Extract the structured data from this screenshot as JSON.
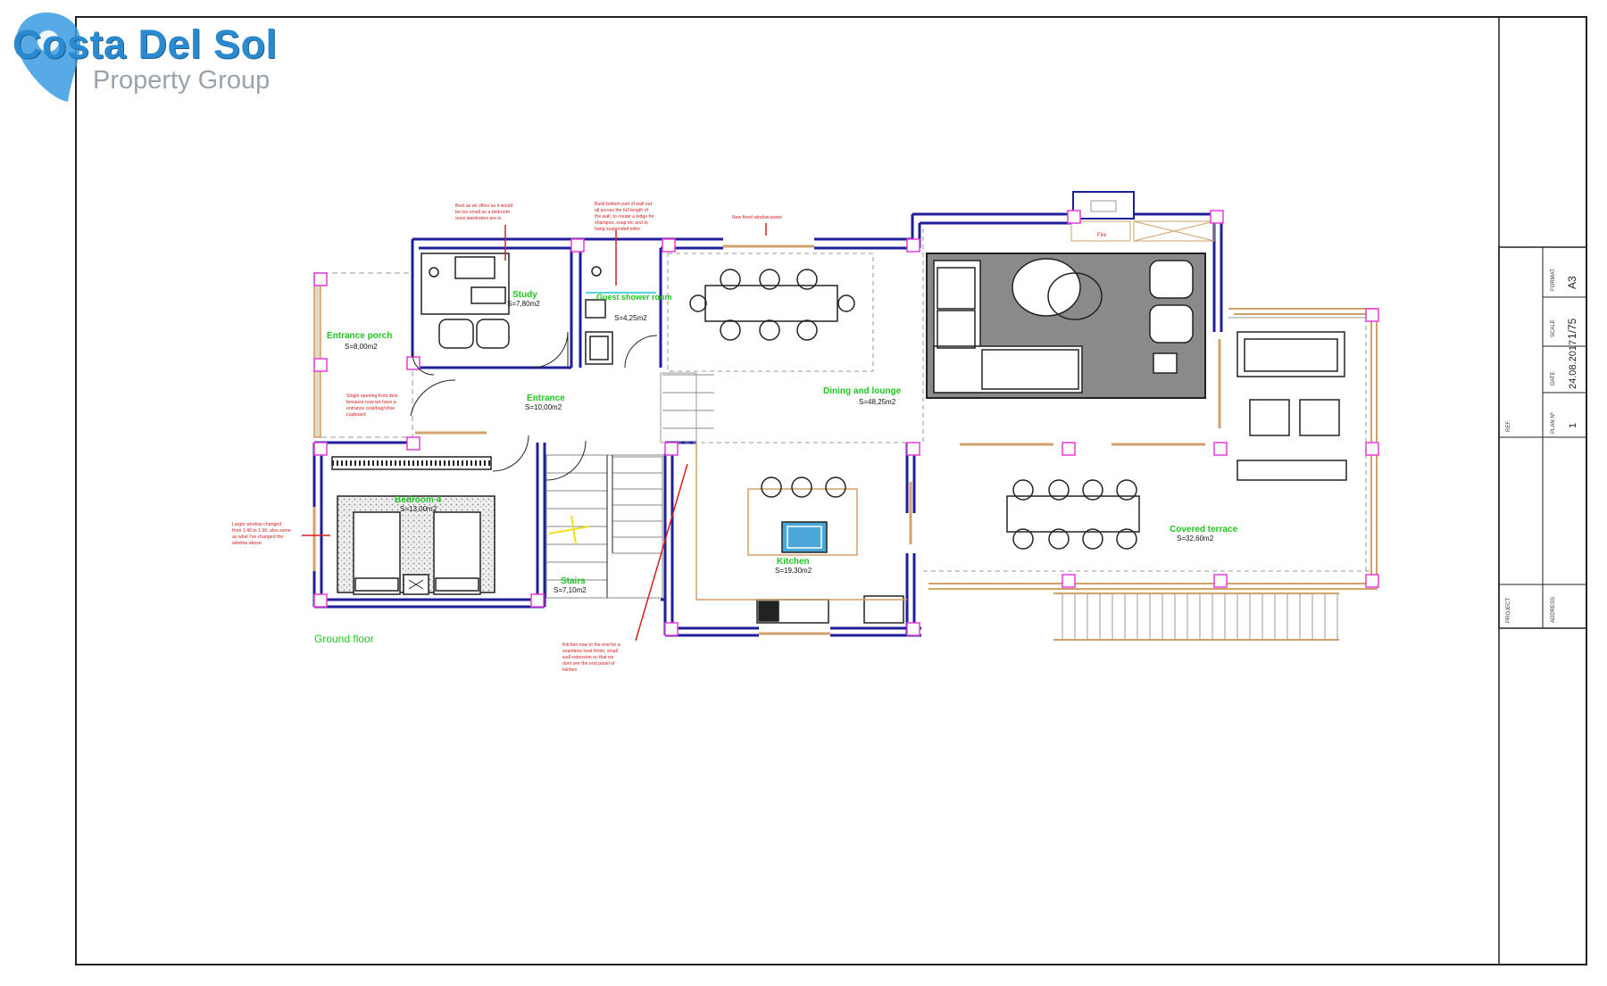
{
  "brand": {
    "title": "Costa Del Sol",
    "subtitle": "Property Group",
    "colors": {
      "primary": "#2a8ad0",
      "secondary": "#9aa3ad"
    }
  },
  "colors": {
    "wall": "#1f1f9e",
    "column": "#e83ad8",
    "wood": "#d2a06a",
    "label": "#21c421",
    "note": "#d42020",
    "furniture": "#222222",
    "rug": "#8a8a8a"
  },
  "plan": {
    "floor_label": "Ground floor",
    "rooms": [
      {
        "name": "Study",
        "area": "S=7,80m2"
      },
      {
        "name": "Guest shower room",
        "area": "S=4,25m2"
      },
      {
        "name": "Entrance porch",
        "area": "S=8,00m2"
      },
      {
        "name": "Entrance",
        "area": "S=10,00m2"
      },
      {
        "name": "Dining and lounge",
        "area": "S=48,25m2"
      },
      {
        "name": "Bedroom 4",
        "area": "S=13,00m2"
      },
      {
        "name": "Stairs",
        "area": "S=7,10m2"
      },
      {
        "name": "Kitchen",
        "area": "S=19,30m2"
      },
      {
        "name": "Covered terrace",
        "area": "S=32,60m2"
      }
    ],
    "notes": [
      {
        "lines": [
          "Best as an office as it would",
          "be too small as a bedroom",
          "once wardrobes are in."
        ]
      },
      {
        "lines": [
          "Build bottom part of wall out",
          "all across the full length of",
          "the wall, to create a ledge for",
          "shampoo, soap etc and to",
          "hang suspended toilet"
        ]
      },
      {
        "lines": [
          "New fixed window panel"
        ]
      },
      {
        "lines": [
          "Single opening front door",
          "because now we have a",
          "entrance coat/bag/shoe",
          "cupboard"
        ]
      },
      {
        "lines": [
          "Larger window changed",
          "from 1.40 to 1.90, also same",
          "as what I've changed the",
          "window above"
        ]
      },
      {
        "lines": [
          "Kitchen now to the end for a",
          "seamless neat finish, small",
          "wall extension so that we",
          "dont see the end panel of",
          "kitchen"
        ]
      }
    ],
    "fireplace_label": "Fire"
  },
  "title_block": {
    "format_label": "FORMAT",
    "format_value": "A3",
    "scale_label": "SCALE",
    "scale_value": "1/75",
    "date_label": "DATE",
    "date_value": "24.08.2017",
    "plan_no_label": "PLAN Nº",
    "plan_no_value": "1",
    "ref_label": "REF.",
    "project_label": "PROJECT",
    "address_label": "ADDRESS"
  }
}
